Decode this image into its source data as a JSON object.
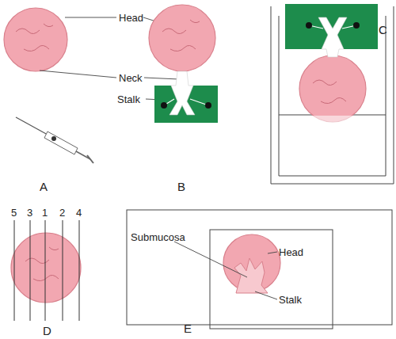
{
  "diagram": {
    "labels": [
      "Head",
      "Neck",
      "Stalk",
      "A",
      "B",
      "C",
      "5",
      "3",
      "1",
      "2",
      "4",
      "D",
      "Submucosa",
      "Head",
      "Stalk",
      "E"
    ]
  }
}
